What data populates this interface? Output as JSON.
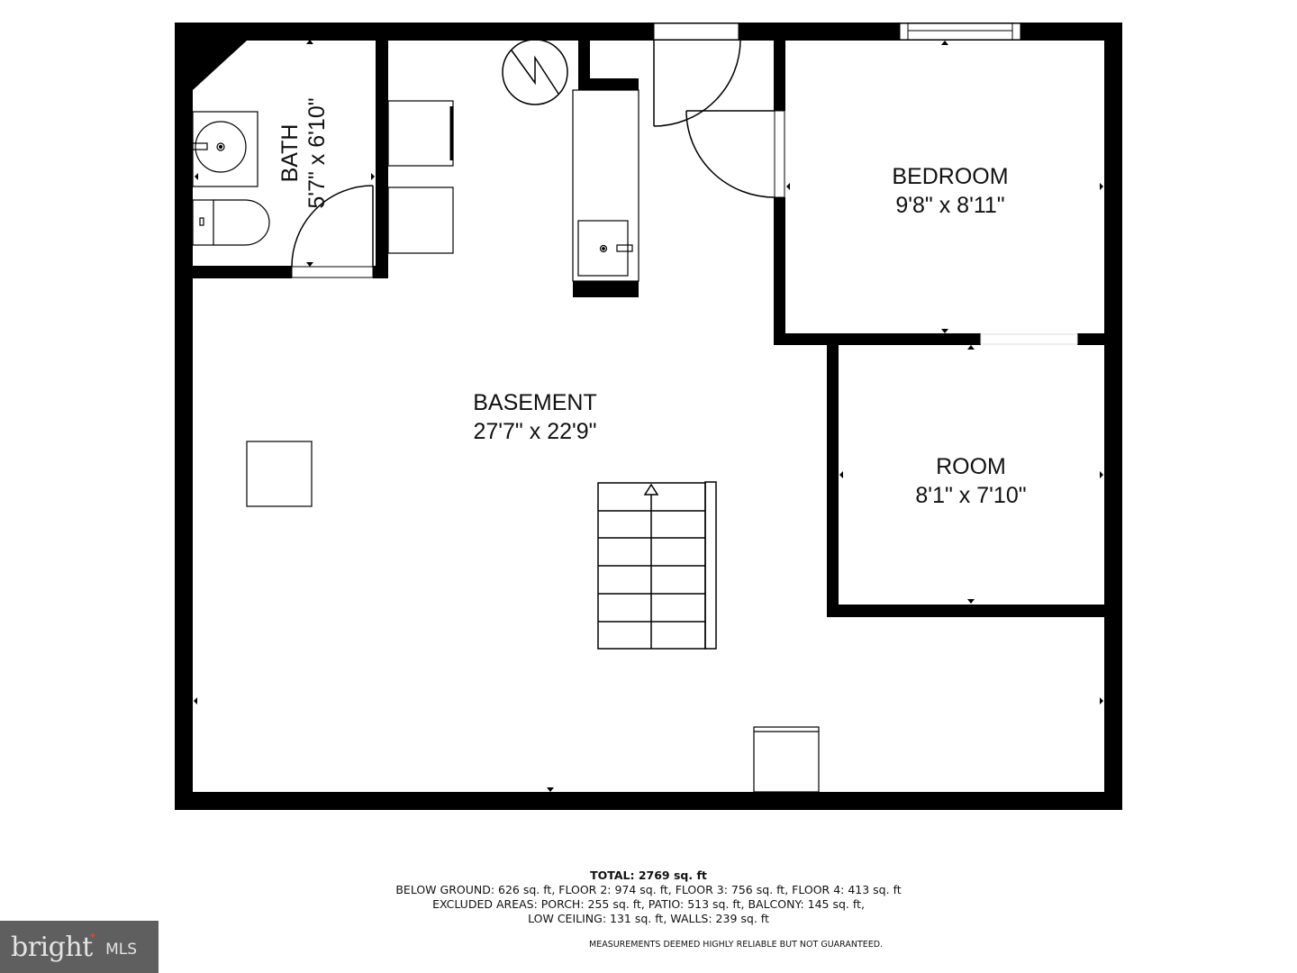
{
  "floorplan": {
    "rooms": [
      {
        "id": "bath",
        "name": "BATH",
        "dimensions": "5'7\" x 6'10\""
      },
      {
        "id": "basement",
        "name": "BASEMENT",
        "dimensions": "27'7\" x 22'9\""
      },
      {
        "id": "bedroom",
        "name": "BEDROOM",
        "dimensions": "9'8\" x 8'11\""
      },
      {
        "id": "room",
        "name": "ROOM",
        "dimensions": "8'1\" x 7'10\""
      }
    ],
    "fixtures": [
      "sink",
      "toilet",
      "water-heater",
      "washer",
      "dryer",
      "utility-sink",
      "stairs",
      "column"
    ],
    "wall_color": "#000000",
    "background_color": "#ffffff"
  },
  "summary": {
    "total": "TOTAL: 2769 sq. ft",
    "line1": "BELOW GROUND: 626 sq. ft, FLOOR 2: 974 sq. ft, FLOOR 3: 756 sq. ft, FLOOR 4: 413 sq. ft",
    "line2": "EXCLUDED AREAS: PORCH: 255 sq. ft, PATIO: 513 sq. ft, BALCONY: 145 sq. ft,",
    "line3": "LOW CEILING: 131 sq. ft, WALLS: 239 sq. ft",
    "disclaimer": "MEASUREMENTS DEEMED HIGHLY RELIABLE BUT NOT GUARANTEED."
  },
  "logo": {
    "brand": "bright",
    "suffix": "MLS",
    "background": "#5f5f5f",
    "accent": "#e0472a"
  }
}
